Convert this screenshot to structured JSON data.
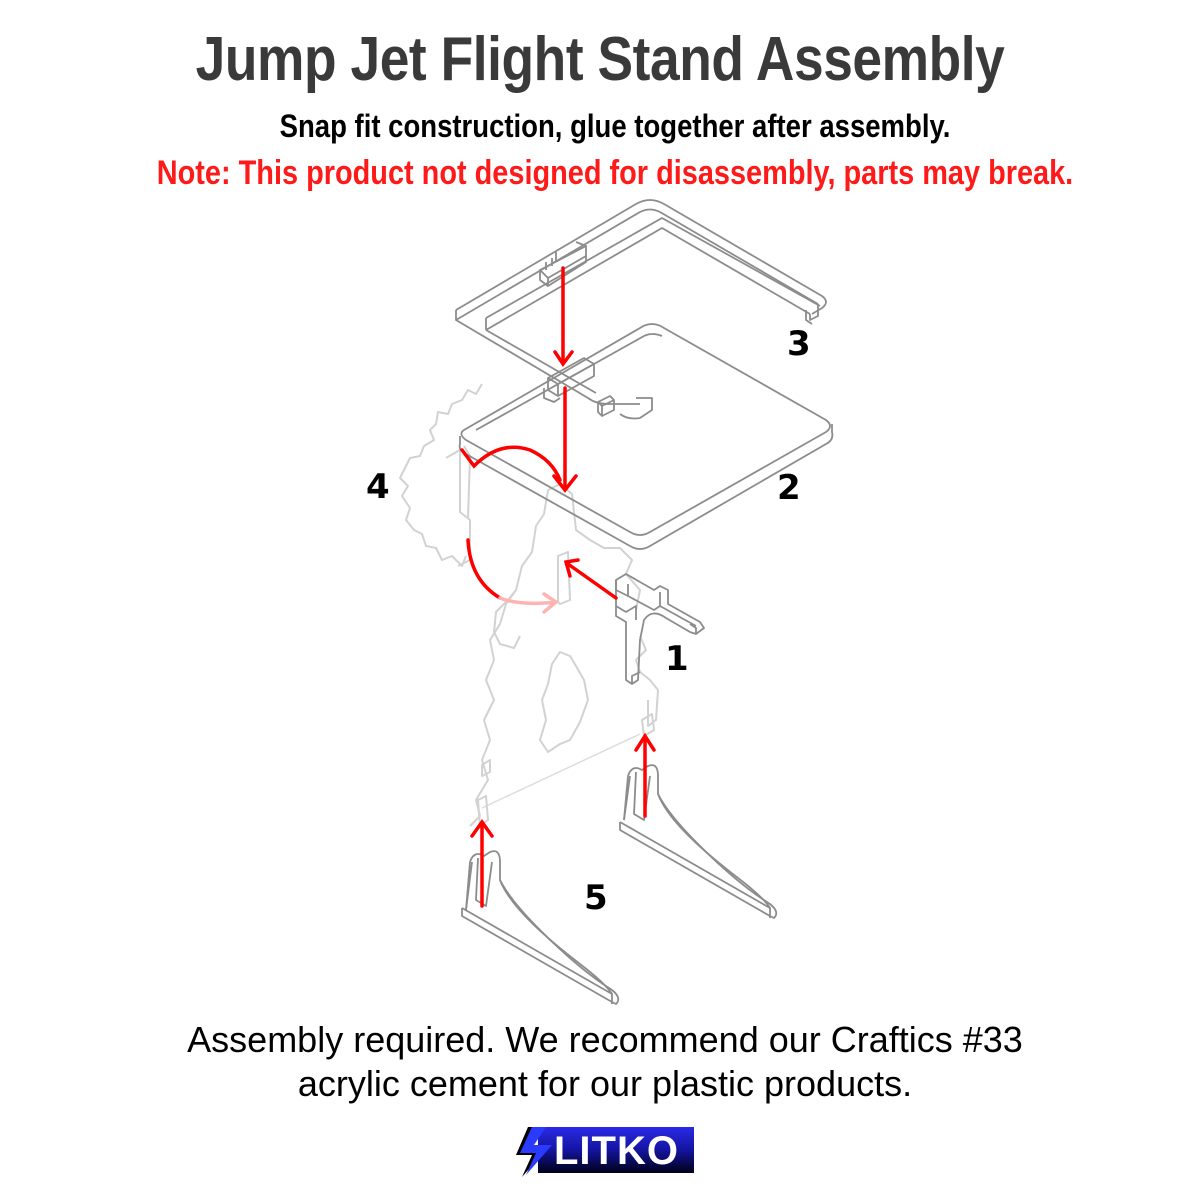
{
  "header": {
    "title": "Jump Jet Flight Stand Assembly",
    "subtitle": "Snap fit construction, glue together after assembly.",
    "note": "Note: This product not designed for disassembly, parts may break."
  },
  "diagram": {
    "parts": [
      {
        "id": "1",
        "label": "1"
      },
      {
        "id": "2",
        "label": "2"
      },
      {
        "id": "3",
        "label": "3"
      },
      {
        "id": "4",
        "label": "4"
      },
      {
        "id": "5",
        "label": "5"
      }
    ],
    "colors": {
      "outline": "#8c8c8c",
      "ghost_outline": "#cfcfcf",
      "arrow": "#ff0000",
      "arrow_faded": "#ffb3b3"
    }
  },
  "footer": {
    "line1": "Assembly required. We recommend our Craftics #33",
    "line2": "acrylic cement for our plastic products."
  },
  "logo": {
    "text": "LITKO",
    "colors": {
      "primary": "#1a1ad0",
      "dark": "#000018",
      "bolt": "#2a3bff"
    }
  }
}
